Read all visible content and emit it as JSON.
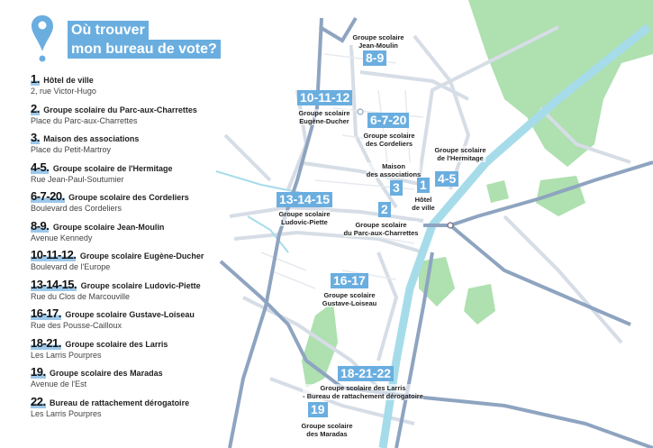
{
  "header": {
    "title_line1": "Où trouver",
    "title_line2": "mon bureau de vote?",
    "icon": "map-pin-icon"
  },
  "legend": [
    {
      "num": "1.",
      "name": "Hôtel de ville",
      "addr": "2, rue Victor-Hugo"
    },
    {
      "num": "2.",
      "name": "Groupe scolaire du Parc-aux-Charrettes",
      "addr": "Place du Parc-aux-Charrettes"
    },
    {
      "num": "3.",
      "name": "Maison des associations",
      "addr": "Place du Petit-Martroy"
    },
    {
      "num": "4-5.",
      "name": "Groupe scolaire de l'Hermitage",
      "addr": "Rue Jean-Paul-Soutumier"
    },
    {
      "num": "6-7-20.",
      "name": "Groupe scolaire des Cordeliers",
      "addr": "Boulevard des Cordeliers"
    },
    {
      "num": "8-9.",
      "name": "Groupe scolaire Jean-Moulin",
      "addr": "Avenue Kennedy"
    },
    {
      "num": "10-11-12.",
      "name": "Groupe scolaire Eugène-Ducher",
      "addr": "Boulevard de l'Europe"
    },
    {
      "num": "13-14-15.",
      "name": "Groupe scolaire Ludovic-Piette",
      "addr": "Rue du Clos de Marcouville"
    },
    {
      "num": "16-17.",
      "name": "Groupe scolaire Gustave-Loiseau",
      "addr": "Rue des Pousse-Cailloux"
    },
    {
      "num": "18-21.",
      "name": "Groupe scolaire des Larris",
      "addr": "Les Larris Pourpres"
    },
    {
      "num": "19.",
      "name": "Groupe scolaire des Maradas",
      "addr": "Avenue de l'Est"
    },
    {
      "num": "22.",
      "name": "Bureau de rattachement dérogatoire",
      "addr": "Les Larris Pourpres"
    }
  ],
  "map": {
    "markers": [
      {
        "num": "8-9",
        "l1": "Groupe scolaire",
        "l2": "Jean-Moulin"
      },
      {
        "num": "10-11-12",
        "l1": "Groupe scolaire",
        "l2": "Eugène-Ducher"
      },
      {
        "num": "6-7-20",
        "l1": "Groupe scolaire",
        "l2": "des Cordeliers"
      },
      {
        "num": "4-5",
        "l1": "Groupe scolaire",
        "l2": "de l'Hermitage"
      },
      {
        "num": "3",
        "l1": "Maison",
        "l2": "des associations"
      },
      {
        "num": "1",
        "l1": "Hôtel",
        "l2": "de ville"
      },
      {
        "num": "2",
        "l1": "Groupe scolaire",
        "l2": "du Parc-aux-Charrettes"
      },
      {
        "num": "13-14-15",
        "l1": "Groupe scolaire",
        "l2": "Ludovic-Piette"
      },
      {
        "num": "16-17",
        "l1": "Groupe scolaire",
        "l2": "Gustave-Loiseau"
      },
      {
        "num": "18-21-22",
        "l1": "Groupe scolaire des Larris",
        "l2": "- Bureau de rattachement dérogatoire"
      },
      {
        "num": "19",
        "l1": "Groupe scolaire",
        "l2": "des Maradas"
      }
    ]
  },
  "colors": {
    "accent": "#6aaee0",
    "river": "#a6dcea",
    "park": "#aee0b0",
    "major_road": "#8ea4c0",
    "minor_road": "#d6dde6"
  }
}
